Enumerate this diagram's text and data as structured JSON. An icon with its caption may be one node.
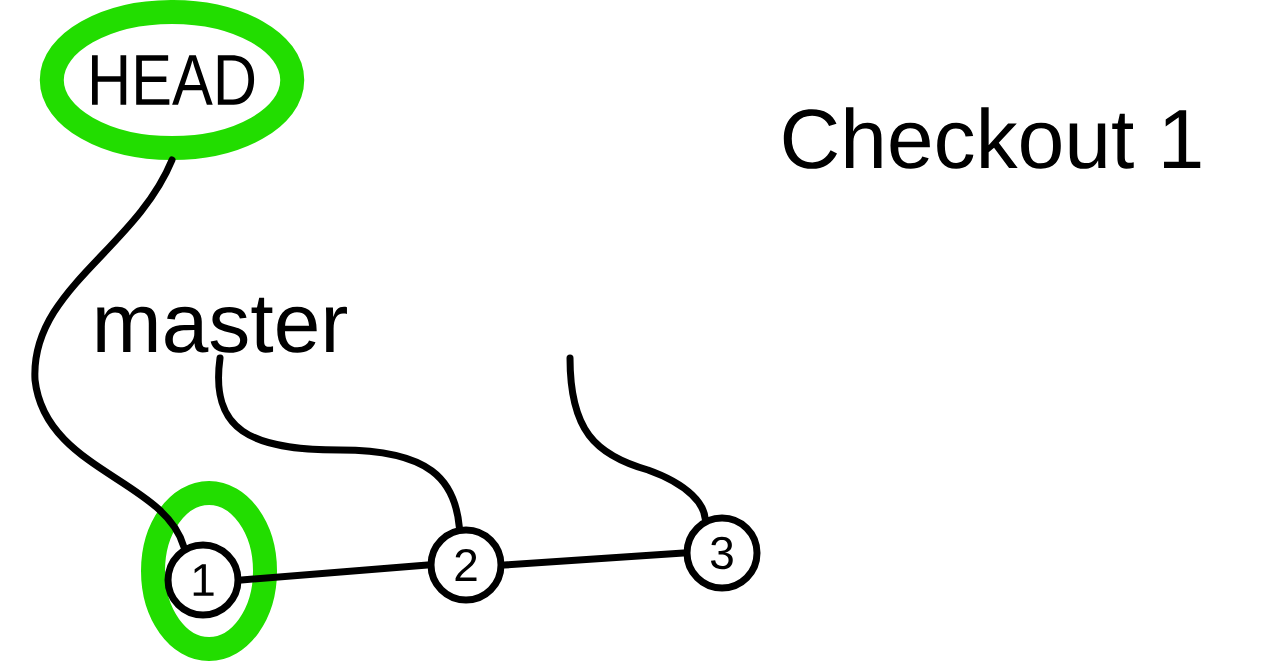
{
  "diagram": {
    "title": "Checkout 1",
    "nodes": [
      {
        "text": [
          "HEAD"
        ]
      },
      {
        "text": [
          "master"
        ]
      },
      {
        "text": [
          "1"
        ]
      },
      {
        "text": [
          "2"
        ]
      },
      {
        "text": [
          "3"
        ]
      }
    ],
    "edges": [
      {
        "from": 0,
        "to": 2,
        "arrow": "none"
      },
      {
        "from": 1,
        "to": 3,
        "arrow": "none"
      },
      {
        "from": null,
        "to": 4,
        "arrow": "none"
      },
      {
        "from": 2,
        "to": 3,
        "arrow": "none"
      },
      {
        "from": 3,
        "to": 4,
        "arrow": "none"
      }
    ]
  }
}
